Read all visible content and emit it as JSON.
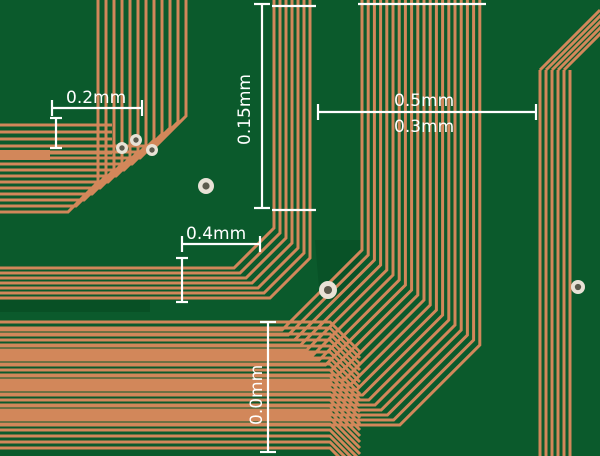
{
  "labels": {
    "dim_a": "0.2mm",
    "dim_b": "0.15mm",
    "dim_c": "0.5mm",
    "dim_d": "0.3mm",
    "dim_e": "0.4mm",
    "dim_f": "0.0mm"
  },
  "colors": {
    "solder_mask": "#0b5a2c",
    "solder_mask_dark": "#064a22",
    "copper": "#d2875a",
    "copper_edge": "#b56d45",
    "dimension_line": "#ffffff",
    "via_ring": "#e8e2d6"
  }
}
